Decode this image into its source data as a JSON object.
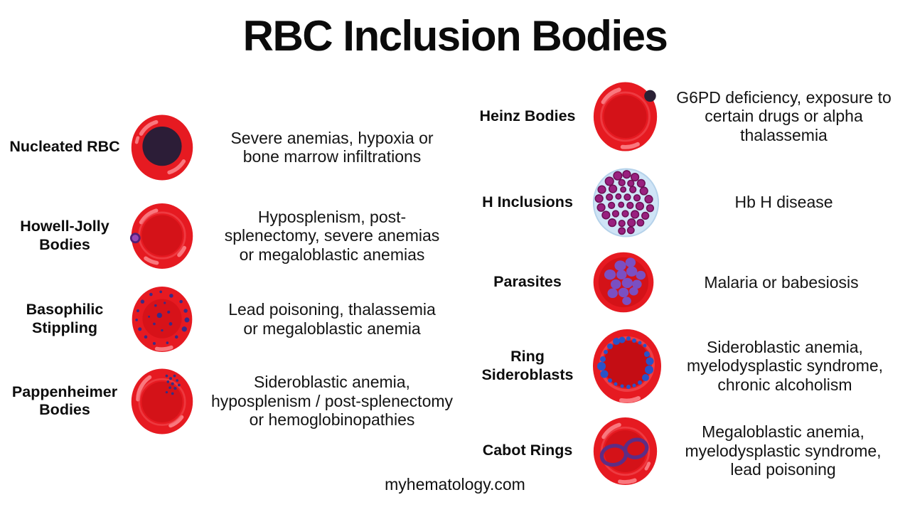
{
  "title": "RBC Inclusion Bodies",
  "footer": "myhematology.com",
  "colors": {
    "cell_red": "#e61a21",
    "cell_red_dark": "#d41218",
    "cell_red_deep": "#c40d14",
    "highlight_pink": "#f9787e",
    "soft_ring_pink": "#f4555c",
    "nucleus_dark": "#2c1d37",
    "hj_fill": "#9747b5",
    "hj_rim": "#531f77",
    "stippling_purple": "#3c2b85",
    "pappenheimer_navy": "#323085",
    "heinz_dark": "#2a2135",
    "hcell_fill": "#cfe4f6",
    "hcell_border": "#b5d2ea",
    "hdot_fill": "#99207f",
    "hdot_rim": "#6d1056",
    "parasite_violet": "#7a4fc2",
    "sideroblast_blue": "#2853c8",
    "cabot_purple": "#5c2d85"
  },
  "left_items": [
    {
      "label": "Nucleated RBC",
      "description": "Severe anemias, hypoxia or\nbone marrow infiltrations",
      "icon": "nucleated-rbc-icon"
    },
    {
      "label": "Howell-Jolly\nBodies",
      "description": "Hyposplenism, post-\nsplenectomy, severe anemias\nor megaloblastic anemias",
      "icon": "howell-jolly-icon"
    },
    {
      "label": "Basophilic\nStippling",
      "description": "Lead poisoning, thalassemia\nor megaloblastic anemia",
      "icon": "basophilic-stippling-icon"
    },
    {
      "label": "Pappenheimer\nBodies",
      "description": "Sideroblastic anemia,\nhyposplenism / post-splenectomy\nor hemoglobinopathies",
      "icon": "pappenheimer-bodies-icon"
    }
  ],
  "right_items": [
    {
      "label": "Heinz Bodies",
      "description": "G6PD deficiency, exposure to\ncertain drugs or alpha\nthalassemia",
      "icon": "heinz-bodies-icon"
    },
    {
      "label": "H Inclusions",
      "description": "Hb H disease",
      "icon": "h-inclusions-icon"
    },
    {
      "label": "Parasites",
      "description": "Malaria or babesiosis",
      "icon": "parasites-icon"
    },
    {
      "label": "Ring\nSideroblasts",
      "description": "Sideroblastic anemia,\nmyelodysplastic syndrome,\nchronic alcoholism",
      "icon": "ring-sideroblasts-icon"
    },
    {
      "label": "Cabot Rings",
      "description": "Megaloblastic anemia,\nmyelodysplastic syndrome,\nlead poisoning",
      "icon": "cabot-rings-icon"
    }
  ]
}
